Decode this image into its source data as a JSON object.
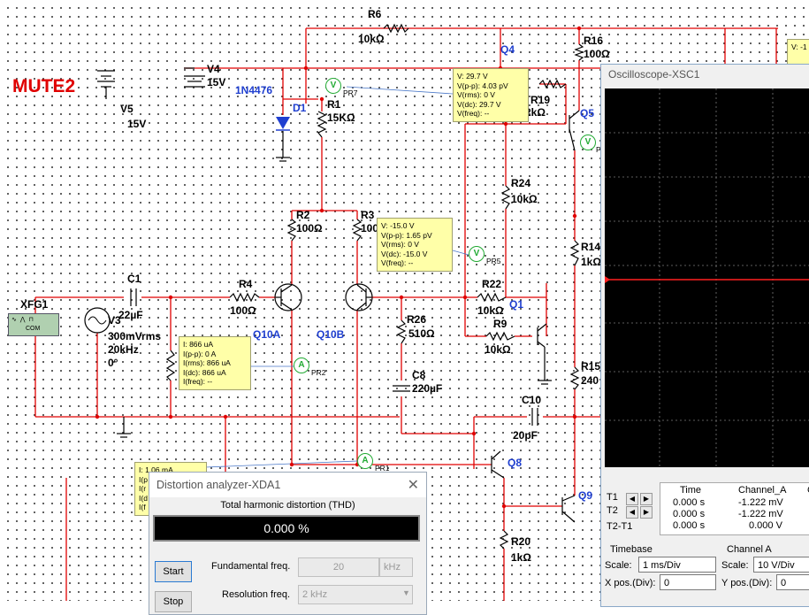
{
  "schematic": {
    "mute_label": "MUTE2",
    "components": {
      "r6": {
        "name": "R6",
        "value": "10kΩ"
      },
      "r16": {
        "name": "R16",
        "value": "100Ω"
      },
      "q4": {
        "name": "Q4"
      },
      "v4": {
        "name": "V4",
        "value": "15V"
      },
      "v5": {
        "name": "V5",
        "value": "15V"
      },
      "d1": {
        "name": "D1",
        "part": "1N4476"
      },
      "r1": {
        "name": "R1",
        "value": "15KΩ"
      },
      "r19": {
        "name": "R19",
        "value": "2kΩ"
      },
      "q5": {
        "name": "Q5"
      },
      "r24": {
        "name": "R24",
        "value": "10kΩ"
      },
      "r2": {
        "name": "R2",
        "value": "100Ω"
      },
      "r3": {
        "name": "R3",
        "value": "100"
      },
      "r14": {
        "name": "R14",
        "value": "1kΩ"
      },
      "c1": {
        "name": "C1",
        "value": "22µF"
      },
      "r4": {
        "name": "R4",
        "value": "100Ω"
      },
      "r22": {
        "name": "R22",
        "value": "10kΩ"
      },
      "q1": {
        "name": "Q1"
      },
      "xfg1": {
        "name": "XFG1",
        "com": "COM"
      },
      "v3": {
        "name": "V3",
        "amp": "300mVrms",
        "freq": "20kHz",
        "phase": "0°"
      },
      "q10a": {
        "name": "Q10A"
      },
      "q10b": {
        "name": "Q10B"
      },
      "r26": {
        "name": "R26",
        "value": "510Ω"
      },
      "r9": {
        "name": "R9",
        "value": "10kΩ"
      },
      "r15": {
        "name": "R15",
        "value": "240"
      },
      "c8": {
        "name": "C8",
        "value": "220µF"
      },
      "c10": {
        "name": "C10",
        "value": "20pF"
      },
      "q8": {
        "name": "Q8"
      },
      "q9": {
        "name": "Q9"
      },
      "r20": {
        "name": "R20",
        "value": "1kΩ"
      },
      "top_right": {
        "value": "V: -1"
      }
    },
    "probes": {
      "pr7": {
        "tag": "PR7",
        "symbol": "V",
        "lines": [
          "V: 29.7 V",
          "V(p-p): 4.03 pV",
          "V(rms): 0 V",
          "V(dc): 29.7 V",
          "V(freq): --"
        ]
      },
      "pr5": {
        "tag": "PR5",
        "symbol": "V",
        "lines": [
          "V: -15.0 V",
          "V(p-p): 1.65 pV",
          "V(rms): 0 V",
          "V(dc): -15.0 V",
          "V(freq): --"
        ]
      },
      "pr2": {
        "tag": "PR2",
        "symbol": "A",
        "lines": [
          "I: 866 uA",
          "I(p-p): 0 A",
          "I(rms): 866 uA",
          "I(dc): 866 uA",
          "I(freq): --"
        ]
      },
      "pr1": {
        "tag": "PR1",
        "symbol": "A",
        "lines": [
          "I: 1.06 mA",
          "I(p",
          "I(r",
          "I(d",
          "I(f"
        ]
      },
      "pr_q5": {
        "tag": "PR",
        "symbol": "V"
      }
    }
  },
  "oscilloscope": {
    "title": "Oscilloscope-XSC1",
    "table": {
      "headers": [
        "Time",
        "Channel_A",
        "C"
      ],
      "rows": [
        {
          "label": "T1",
          "time": "0.000 s",
          "cha": "-1.222 mV"
        },
        {
          "label": "T2",
          "time": "0.000 s",
          "cha": "-1.222 mV"
        },
        {
          "label": "T2-T1",
          "time": "0.000 s",
          "cha": "0.000 V"
        }
      ]
    },
    "timebase": {
      "title": "Timebase",
      "scale_label": "Scale:",
      "scale_value": "1 ms/Div",
      "xpos_label": "X pos.(Div):",
      "xpos_value": "0"
    },
    "channel_a": {
      "title": "Channel A",
      "scale_label": "Scale:",
      "scale_value": "10 V/Div",
      "ypos_label": "Y pos.(Div):",
      "ypos_value": "0"
    },
    "colors": {
      "trace": "#ff2020",
      "screen": "#000000",
      "grid": "#7a7a7a"
    }
  },
  "distortion": {
    "title": "Distortion analyzer-XDA1",
    "thd_label": "Total harmonic distortion (THD)",
    "thd_value": "0.000 %",
    "start_label": "Start",
    "stop_label": "Stop",
    "fund_label": "Fundamental freq.",
    "fund_value": "20",
    "fund_unit": "kHz",
    "res_label": "Resolution freq.",
    "res_value": "2 kHz"
  }
}
